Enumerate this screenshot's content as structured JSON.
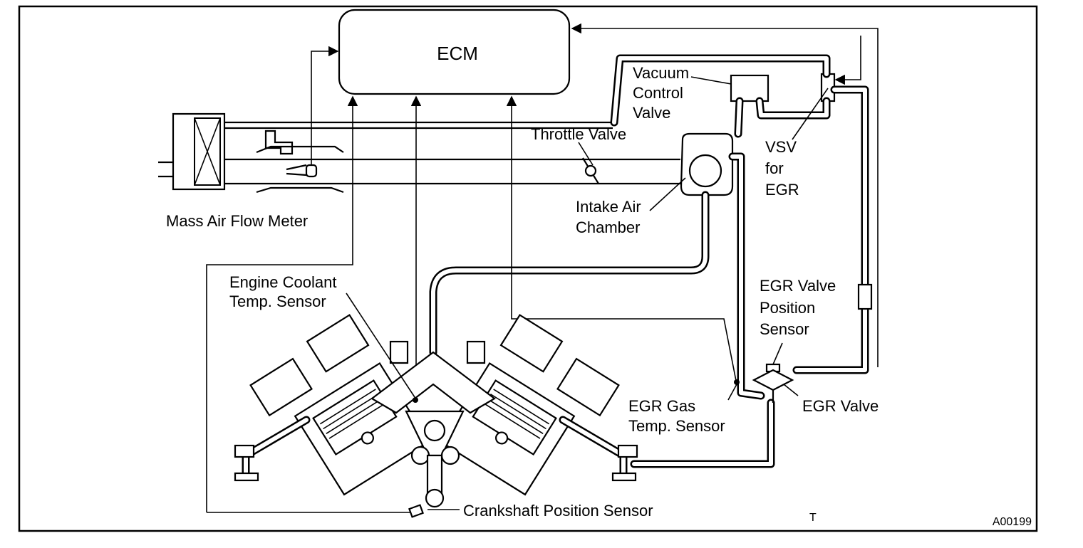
{
  "diagram": {
    "code": "A00199",
    "corner_mark": "T",
    "ecm": "ECM",
    "labels": {
      "vacuum_control_valve": [
        "Vacuum",
        "Control",
        "Valve"
      ],
      "throttle_valve": "Throttle Valve",
      "vsv_for_egr": [
        "VSV",
        "for",
        "EGR"
      ],
      "mass_air_flow_meter": "Mass Air Flow Meter",
      "intake_air_chamber": [
        "Intake Air",
        "Chamber"
      ],
      "engine_coolant_temp_sensor": [
        "Engine Coolant",
        "Temp. Sensor"
      ],
      "egr_valve_position_sensor": [
        "EGR Valve",
        "Position",
        "Sensor"
      ],
      "egr_gas_temp_sensor": [
        "EGR Gas",
        "Temp. Sensor"
      ],
      "egr_valve": "EGR Valve",
      "crankshaft_position_sensor": "Crankshaft Position Sensor"
    }
  }
}
